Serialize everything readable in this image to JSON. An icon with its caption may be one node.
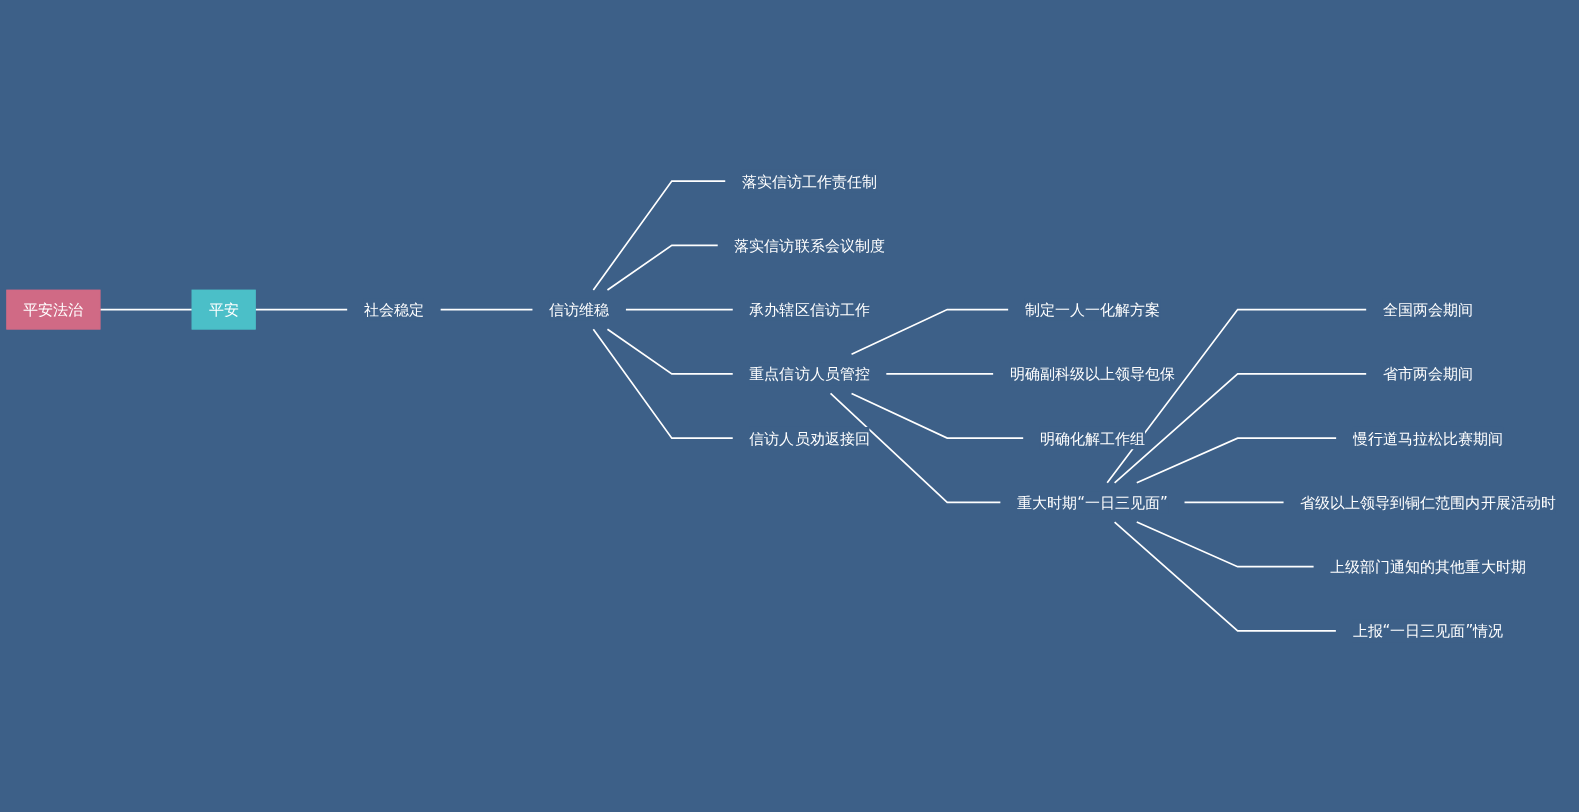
{
  "diagram": {
    "nodes": [
      {
        "text": [
          "平安法治"
        ]
      },
      {
        "text": [
          "平安"
        ]
      },
      {
        "text": [
          "社会稳定"
        ]
      },
      {
        "text": [
          "信访维稳"
        ]
      },
      {
        "text": [
          "落实信访工作责任制"
        ]
      },
      {
        "text": [
          "落实信访联系会议制度"
        ]
      },
      {
        "text": [
          "承办辖区信访工作"
        ]
      },
      {
        "text": [
          "重点信访人员管控"
        ]
      },
      {
        "text": [
          "制定一人一化解方案"
        ]
      },
      {
        "text": [
          "明确副科级以上领导包保"
        ]
      },
      {
        "text": [
          "明确化解工作组"
        ]
      },
      {
        "text": [
          "重大时期“一日三见面”"
        ]
      },
      {
        "text": [
          "全国两会期间"
        ]
      },
      {
        "text": [
          "省市两会期间"
        ]
      },
      {
        "text": [
          "慢行道马拉松比赛期间"
        ]
      },
      {
        "text": [
          "省级以上领导到铜仁范围内开展活动时"
        ]
      },
      {
        "text": [
          "上级部门通知的其他重大时期"
        ]
      },
      {
        "text": [
          "上报“一日三见面”情况"
        ]
      },
      {
        "text": [
          "信访人员劝返接回"
        ]
      }
    ],
    "edges": [
      {
        "from": 0,
        "to": 1,
        "arrow": "none"
      },
      {
        "from": 1,
        "to": 2,
        "arrow": "none"
      },
      {
        "from": 2,
        "to": 3,
        "arrow": "none"
      },
      {
        "from": 3,
        "to": 4,
        "arrow": "none"
      },
      {
        "from": 3,
        "to": 5,
        "arrow": "none"
      },
      {
        "from": 3,
        "to": 6,
        "arrow": "none"
      },
      {
        "from": 3,
        "to": 7,
        "arrow": "none"
      },
      {
        "from": 7,
        "to": 8,
        "arrow": "none"
      },
      {
        "from": 7,
        "to": 9,
        "arrow": "none"
      },
      {
        "from": 7,
        "to": 10,
        "arrow": "none"
      },
      {
        "from": 7,
        "to": 11,
        "arrow": "none"
      },
      {
        "from": 11,
        "to": 12,
        "arrow": "none"
      },
      {
        "from": 11,
        "to": 13,
        "arrow": "none"
      },
      {
        "from": 11,
        "to": 14,
        "arrow": "none"
      },
      {
        "from": 11,
        "to": 15,
        "arrow": "none"
      },
      {
        "from": 11,
        "to": 16,
        "arrow": "none"
      },
      {
        "from": 11,
        "to": 17,
        "arrow": "none"
      },
      {
        "from": 3,
        "to": 18,
        "arrow": "none"
      }
    ]
  }
}
